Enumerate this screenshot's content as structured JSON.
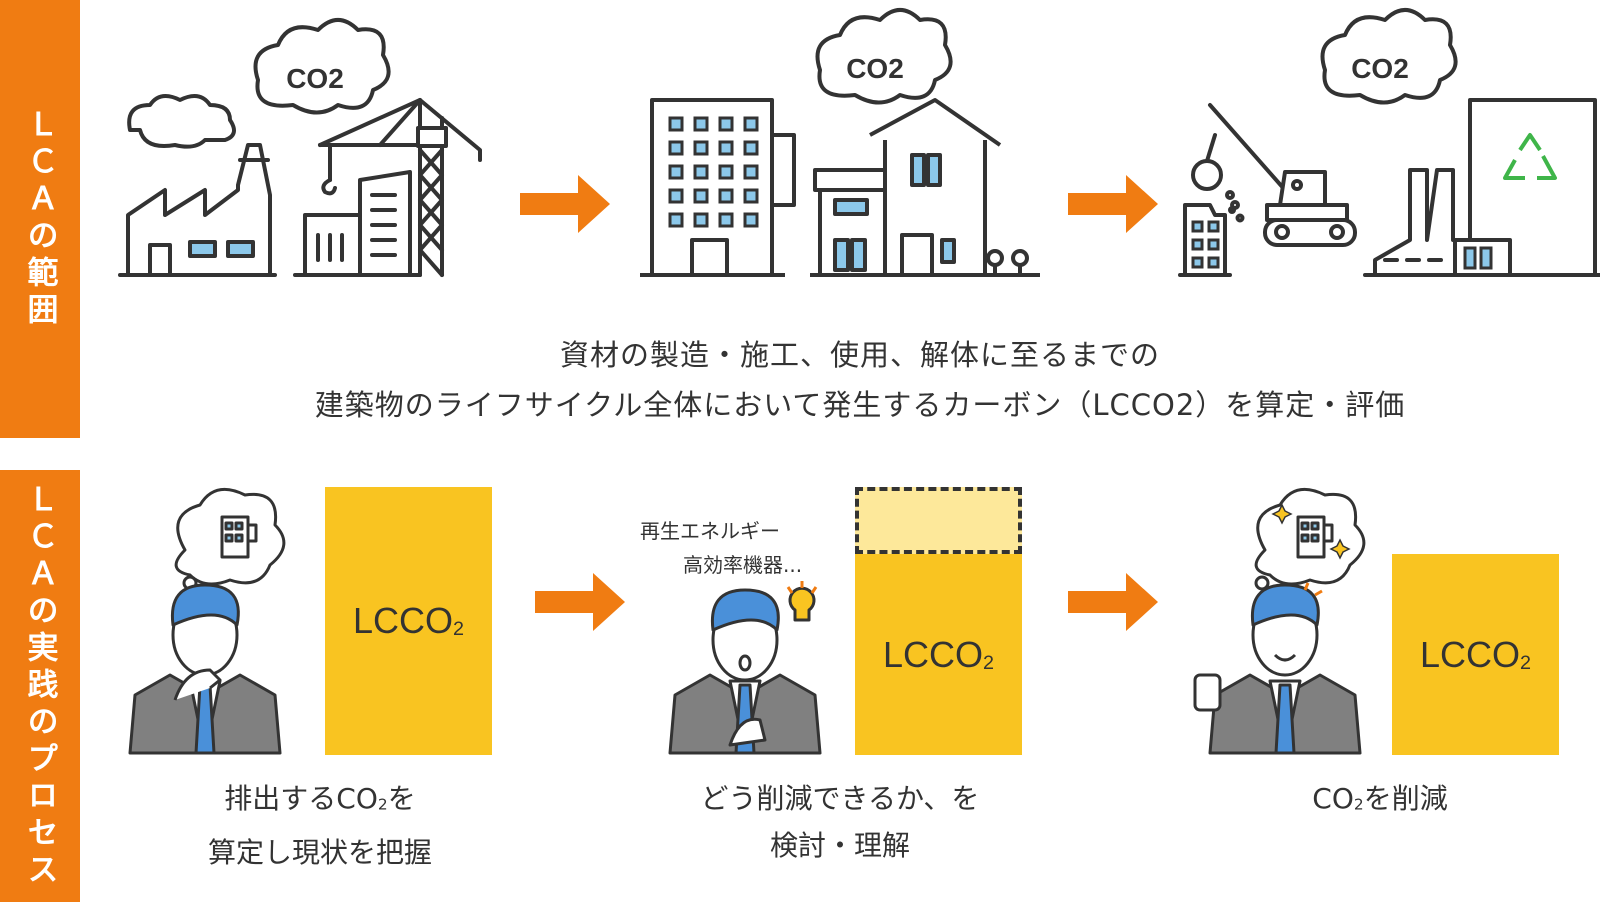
{
  "side_labels": {
    "scope": "ＬＣＡの範囲",
    "process": "ＬＣＡの実践のプロセス"
  },
  "scope_description": {
    "line1": "資材の製造・施工、使用、解体に至るまでの",
    "line2": "建築物のライフサイクル全体において発生するカーボン（LCCO2）を算定・評価"
  },
  "co2_bubble": "CO2",
  "process": {
    "bar_label": "LCCO",
    "bar_sub": "2",
    "hint_line1": "再生エネルギー",
    "hint_line2": "高効率機器...",
    "steps": [
      {
        "caption_pre": "排出するCO",
        "caption_post": "を",
        "caption_line2": "算定し現状を把握",
        "bar_level": 1.0
      },
      {
        "caption_line1": "どう削減できるか、を",
        "caption_line2": "検討・理解",
        "bar_level": 0.75
      },
      {
        "caption_pre": "CO",
        "caption_post": "を削減",
        "bar_level": 0.75
      }
    ]
  },
  "colors": {
    "accent": "#f07c12",
    "bar": "#f9c421",
    "bar_light": "#fde89a",
    "window": "#8cc8ea",
    "recycle": "#3fb549",
    "hair": "#4a90d9"
  }
}
